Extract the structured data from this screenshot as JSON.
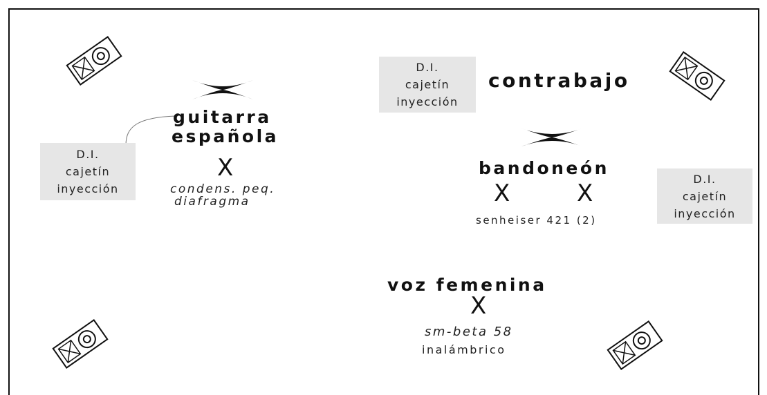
{
  "di_boxes": [
    {
      "lines": [
        "D.I.",
        "cajetín",
        "inyección"
      ]
    },
    {
      "lines": [
        "D.I.",
        "cajetín",
        "inyección"
      ]
    },
    {
      "lines": [
        "D.I.",
        "cajetín",
        "inyección"
      ]
    }
  ],
  "instruments": {
    "guitarra": {
      "line1": "guitarra",
      "line2": "española",
      "mic": "condens. peq.",
      "mic2": "diafragma",
      "x": "X"
    },
    "contrabajo": {
      "label": "contrabajo"
    },
    "bandoneon": {
      "label": "bandoneón",
      "x1": "X",
      "x2": "X",
      "mic": "senheiser 421 (2)"
    },
    "voz": {
      "label": "voz femenina",
      "x": "X",
      "mic": "sm-beta 58",
      "mic2": "inalámbrico"
    }
  },
  "icons": {
    "mic_cross": "cross-mic-icon",
    "speaker": "monitor-speaker-icon"
  },
  "colors": {
    "di_box_bg": "#e6e6e6",
    "ink": "#111111"
  }
}
